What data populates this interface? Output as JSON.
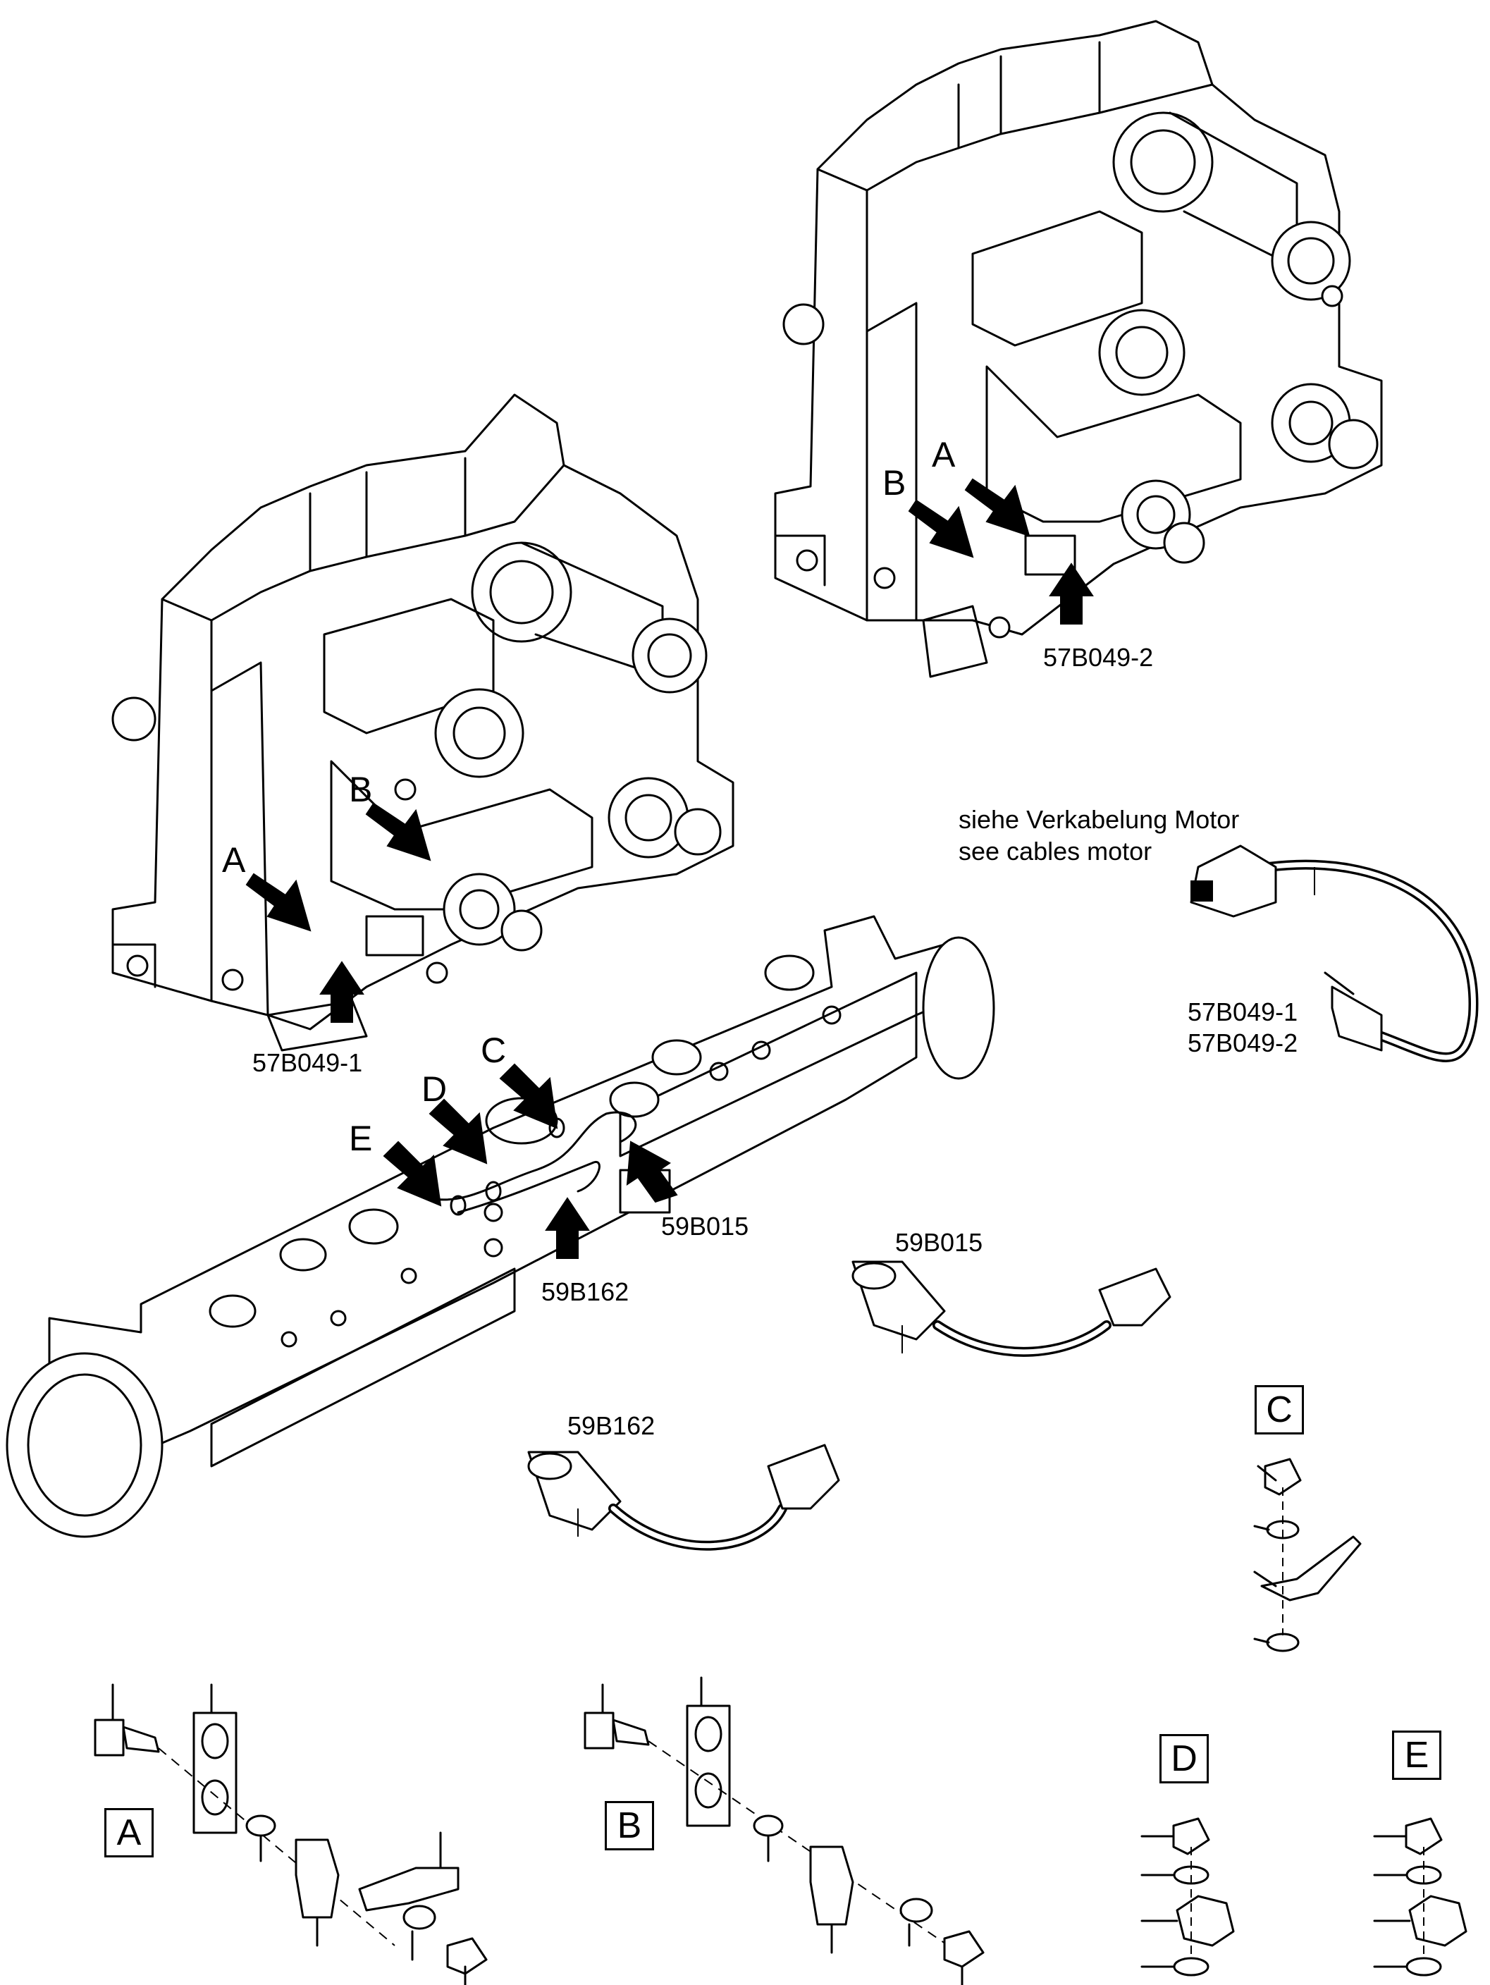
{
  "labels": {
    "part_57B049_1": "57B049-1",
    "part_57B049_2": "57B049-2",
    "part_59B015": "59B015",
    "part_59B162": "59B162",
    "sensor_list_1": "57B049-1",
    "sensor_list_2": "57B049-2",
    "note_de": "siehe Verkabelung Motor",
    "note_en": "see cables motor"
  },
  "callouts": {
    "a": "A",
    "b": "B",
    "c": "C",
    "d": "D",
    "e": "E"
  },
  "details": {
    "a": "A",
    "b": "B",
    "c": "C",
    "d": "D",
    "e": "E"
  }
}
